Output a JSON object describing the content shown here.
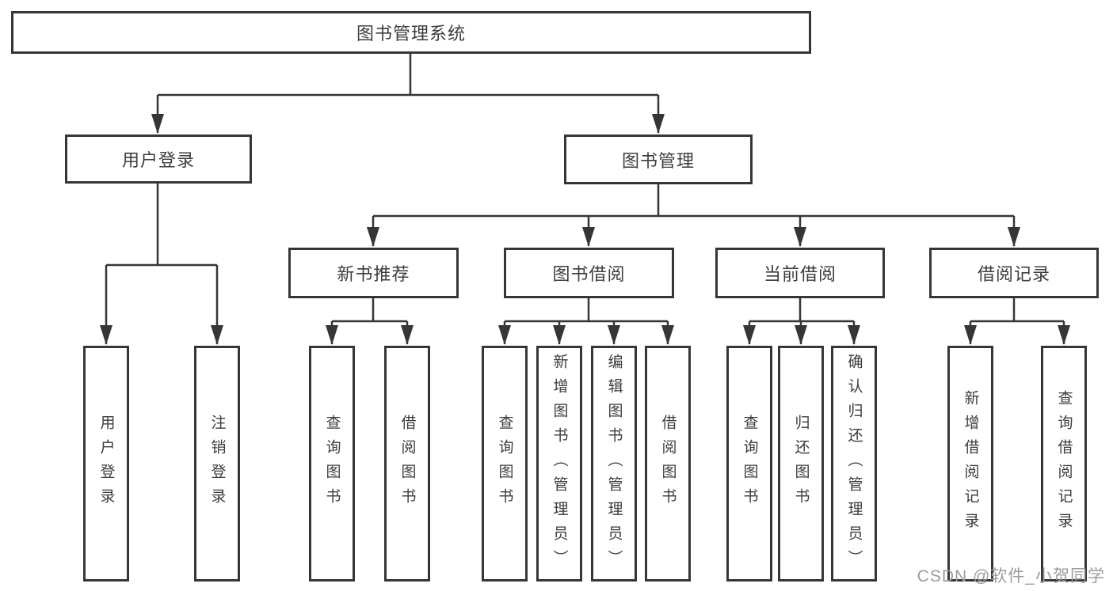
{
  "tree": {
    "root": {
      "label": "图书管理系统",
      "children": [
        {
          "label": "用户登录",
          "children": [
            {
              "label": "用户登录"
            },
            {
              "label": "注销登录"
            }
          ]
        },
        {
          "label": "图书管理",
          "children": [
            {
              "label": "新书推荐",
              "children": [
                {
                  "label": "查询图书"
                },
                {
                  "label": "借阅图书"
                }
              ]
            },
            {
              "label": "图书借阅",
              "children": [
                {
                  "label": "查询图书"
                },
                {
                  "label": "新增图书（管理员）"
                },
                {
                  "label": "编辑图书（管理员）"
                },
                {
                  "label": "借阅图书"
                }
              ]
            },
            {
              "label": "当前借阅",
              "children": [
                {
                  "label": "查询图书"
                },
                {
                  "label": "归还图书"
                },
                {
                  "label": "确认归还（管理员）"
                }
              ]
            },
            {
              "label": "借阅记录",
              "children": [
                {
                  "label": "新增借阅记录"
                },
                {
                  "label": "查询借阅记录"
                }
              ]
            }
          ]
        }
      ]
    }
  },
  "watermark": {
    "text": "CSDN @软件_小贺同学"
  },
  "colors": {
    "line": "#363636",
    "box_border": "#363636",
    "text": "#3d3d3d",
    "watermark_text": "#9c9c9c",
    "background": "#ffffff"
  }
}
